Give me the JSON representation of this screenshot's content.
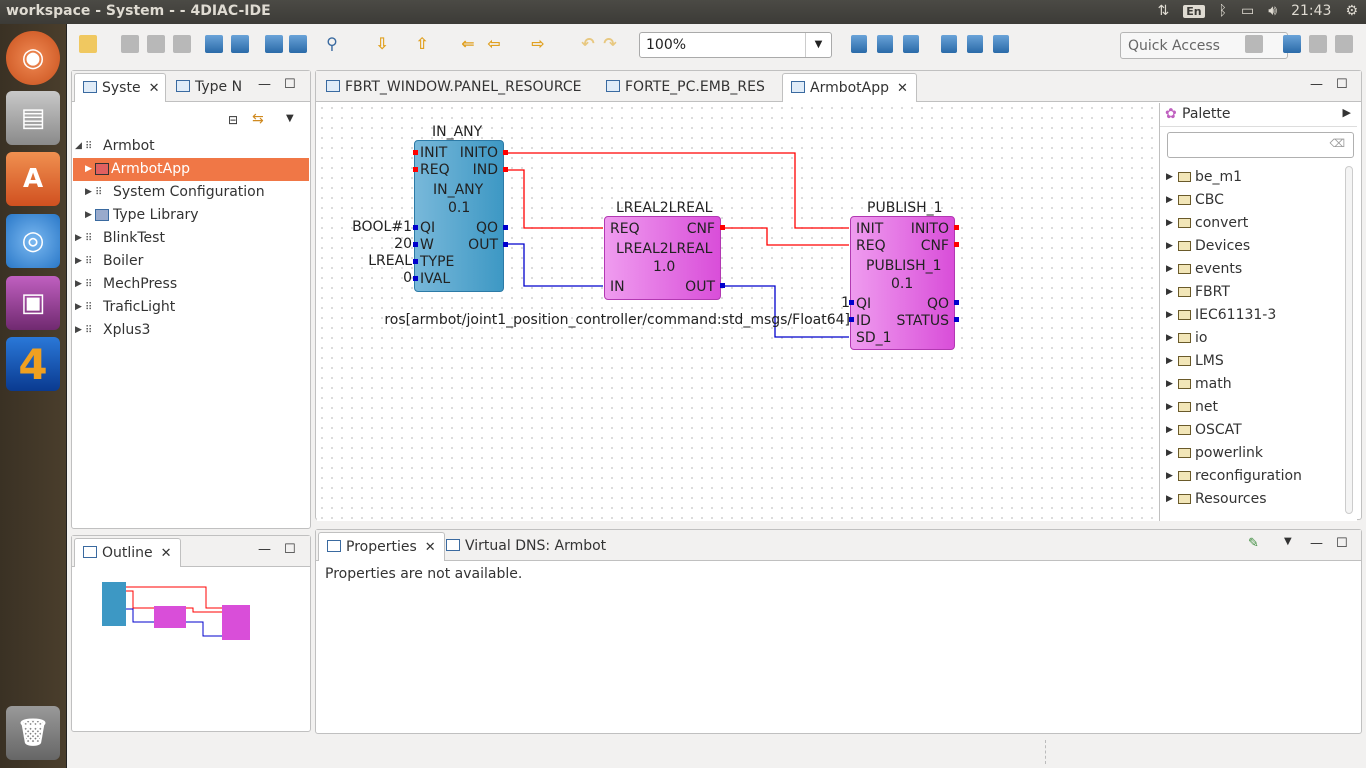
{
  "window": {
    "title": "workspace - System -  - 4DIAC-IDE"
  },
  "tray": {
    "lang": "En",
    "time": "21:43"
  },
  "launcher": {
    "items": [
      "ubuntu",
      "files",
      "software-center",
      "chromium",
      "webcam",
      "4diac",
      "trash"
    ]
  },
  "toolbar": {
    "zoom": "100%",
    "quick_access": "Quick Access"
  },
  "left_panel": {
    "tabs": [
      "Syste",
      "Type N"
    ],
    "tree": [
      {
        "label": "Armbot",
        "level": 0,
        "expanded": true
      },
      {
        "label": "ArmbotApp",
        "level": 1,
        "selected": true
      },
      {
        "label": "System Configuration",
        "level": 1
      },
      {
        "label": "Type Library",
        "level": 1
      },
      {
        "label": "BlinkTest",
        "level": 0
      },
      {
        "label": "Boiler",
        "level": 0
      },
      {
        "label": "MechPress",
        "level": 0
      },
      {
        "label": "TraficLight",
        "level": 0
      },
      {
        "label": "Xplus3",
        "level": 0
      }
    ]
  },
  "outline": {
    "tab": "Outline"
  },
  "editor": {
    "tabs": [
      "FBRT_WINDOW.PANEL_RESOURCE",
      "FORTE_PC.EMB_RES",
      "ArmbotApp"
    ],
    "blocks": {
      "in_any": {
        "name": "IN_ANY",
        "type": "IN_ANY",
        "version": "0.1",
        "ev_in": [
          "INIT",
          "REQ"
        ],
        "ev_out": [
          "INITO",
          "IND"
        ],
        "data_in": [
          "QI",
          "W",
          "TYPE",
          "IVAL"
        ],
        "data_out": [
          "QO",
          "OUT"
        ],
        "params": [
          "BOOL#1",
          "20",
          "LREAL",
          "0"
        ]
      },
      "lreal": {
        "name": "LREAL2LREAL",
        "type": "LREAL2LREAL",
        "version": "1.0",
        "ev_in": [
          "REQ"
        ],
        "ev_out": [
          "CNF"
        ],
        "data_in": [
          "IN"
        ],
        "data_out": [
          "OUT"
        ]
      },
      "publish": {
        "name": "PUBLISH_1",
        "type": "PUBLISH_1",
        "version": "0.1",
        "ev_in": [
          "INIT",
          "REQ"
        ],
        "ev_out": [
          "INITO",
          "CNF"
        ],
        "data_in": [
          "QI",
          "ID",
          "SD_1"
        ],
        "data_out": [
          "QO",
          "STATUS"
        ],
        "params": [
          "1",
          "ros[armbot/joint1_position_controller/command:std_msgs/Float64]"
        ]
      }
    }
  },
  "palette": {
    "title": "Palette",
    "items": [
      "be_m1",
      "CBC",
      "convert",
      "Devices",
      "events",
      "FBRT",
      "IEC61131-3",
      "io",
      "LMS",
      "math",
      "net",
      "OSCAT",
      "powerlink",
      "reconfiguration",
      "Resources"
    ]
  },
  "bottom": {
    "tabs": [
      "Properties",
      "Virtual DNS: Armbot"
    ],
    "message": "Properties are not available."
  },
  "colors": {
    "event": "#ff0000",
    "data": "#0000cc",
    "selection": "#f07746"
  }
}
